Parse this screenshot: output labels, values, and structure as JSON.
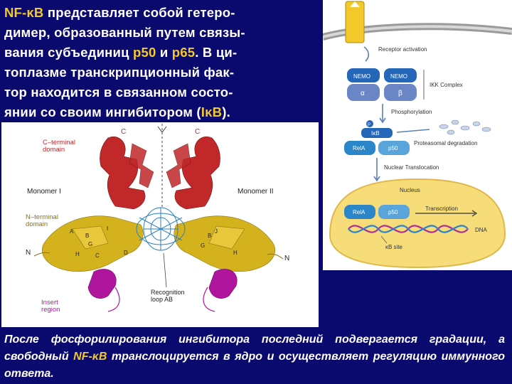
{
  "top_paragraph": {
    "lines": [
      [
        {
          "t": "NF-κB",
          "hl": true
        },
        {
          "t": " представляет собой гетеро-",
          "hl": false
        }
      ],
      [
        {
          "t": "димер, образованный путем связы-",
          "hl": false
        }
      ],
      [
        {
          "t": "вания субъединиц ",
          "hl": false
        },
        {
          "t": "p50",
          "hl": true
        },
        {
          "t": " и ",
          "hl": false
        },
        {
          "t": "p65",
          "hl": true
        },
        {
          "t": ". В ци-",
          "hl": false
        }
      ],
      [
        {
          "t": "топлазме транскрипционный фак-",
          "hl": false
        }
      ],
      [
        {
          "t": "тор находится в связанном состо-",
          "hl": false
        }
      ],
      [
        {
          "t": "янии со своим ингибитором (",
          "hl": false
        },
        {
          "t": "IκB",
          "hl": true
        },
        {
          "t": ").",
          "hl": false
        }
      ]
    ]
  },
  "bottom_paragraph": {
    "part1": "После фосфорилирования ингибитора последний подвергается градации, а свободный ",
    "highlight": "NF-κB",
    "part2": " транслоцируется в ядро и осуществляет регуляцию иммунного ответа."
  },
  "structure_labels": {
    "c_terminal": [
      "C–terminal",
      "domain"
    ],
    "monomer_1": "Monomer I",
    "monomer_2": "Monomer II",
    "n_terminal": [
      "N–terminal",
      "domain"
    ],
    "insert": [
      "Insert",
      "region"
    ],
    "recognition": [
      "Recognition",
      "loop AB"
    ],
    "c_left": "C",
    "c_right": "C",
    "n_left": "N",
    "n_right": "N",
    "strand_letters": [
      "B",
      "G",
      "H",
      "C",
      "I",
      "A",
      "J",
      "D",
      "B",
      "G",
      "H"
    ]
  },
  "pathway_labels": {
    "receptor_activation": "Receptor activation",
    "nemo_1": "NEMO",
    "nemo_2": "NEMO",
    "alpha": "α",
    "beta": "β",
    "ikk_complex": "IKK Complex",
    "phosphorylation": "Phosphorylation",
    "p_marker": "P",
    "ikb": "IκB",
    "rela_1": "RelA",
    "p50_1": "p50",
    "proteasomal_degradation": "Proteasomal degradation",
    "nuclear_translocation": "Nuclear Translocation",
    "nucleus": "Nucleus",
    "rela_2": "RelA",
    "p50_2": "p50",
    "transcription": "Transcription",
    "dna": "DNA",
    "kb_site": "κB site"
  },
  "colors": {
    "background": "#0a0a6e",
    "highlight_text": "#f2c82a",
    "c_terminal_red": "#c0282a",
    "n_terminal_yellow": "#d4b21e",
    "insert_magenta": "#b0159e",
    "dna_blue": "#2a7fc0",
    "nemo_blue": "#2466b8",
    "kinase_blue": "#6a86c4",
    "nucleus_yellow": "#f6dd7a"
  }
}
